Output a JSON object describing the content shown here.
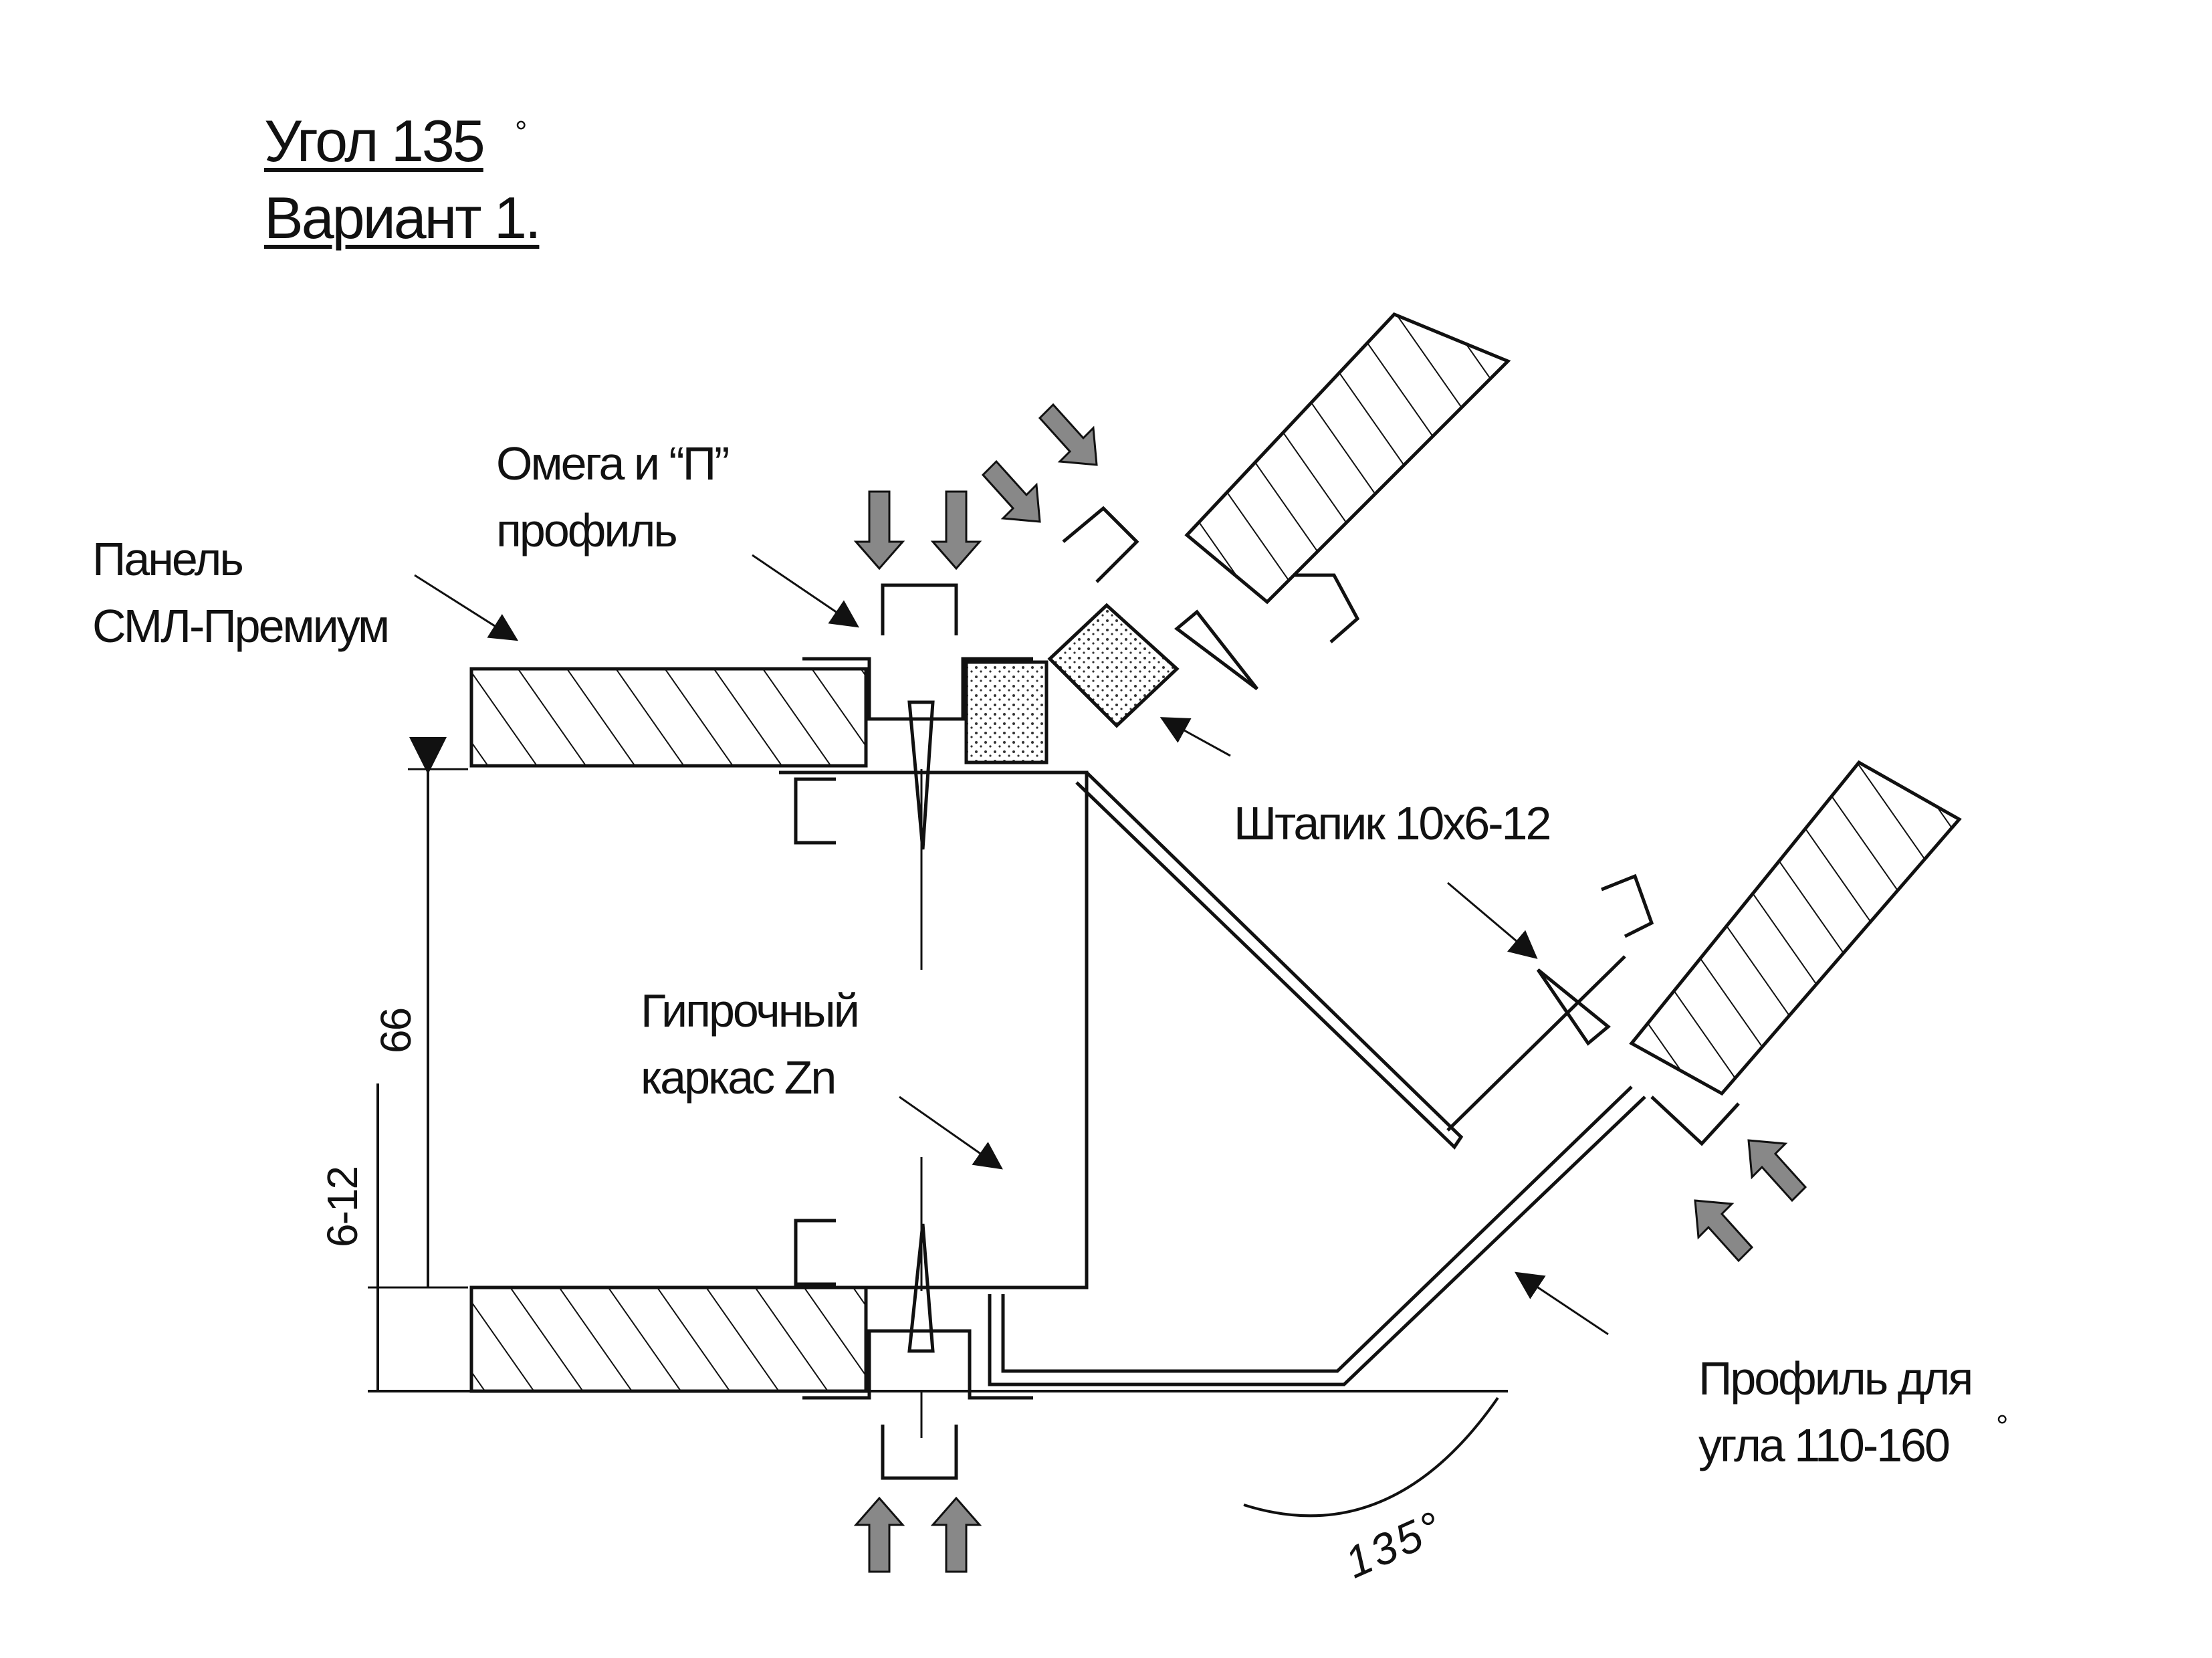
{
  "title": {
    "line1": "Угол 135",
    "line2": "Вариант 1."
  },
  "degree_mark": "°",
  "labels": {
    "panel": [
      "Панель",
      "СМЛ-Премиум"
    ],
    "omega_profile": [
      "Омега и “П”",
      "профиль"
    ],
    "glazing_bead": "Штапик 10x6-12",
    "frame": [
      "Гипрочный",
      "каркас Zn"
    ],
    "corner_profile": [
      "Профиль для",
      "угла 110-160"
    ]
  },
  "dimensions": {
    "cavity": "66",
    "panel_thickness": "6-12",
    "angle": "135°"
  },
  "colors": {
    "line": "#111111",
    "arrow_fill": "#888888",
    "background": "#ffffff"
  }
}
